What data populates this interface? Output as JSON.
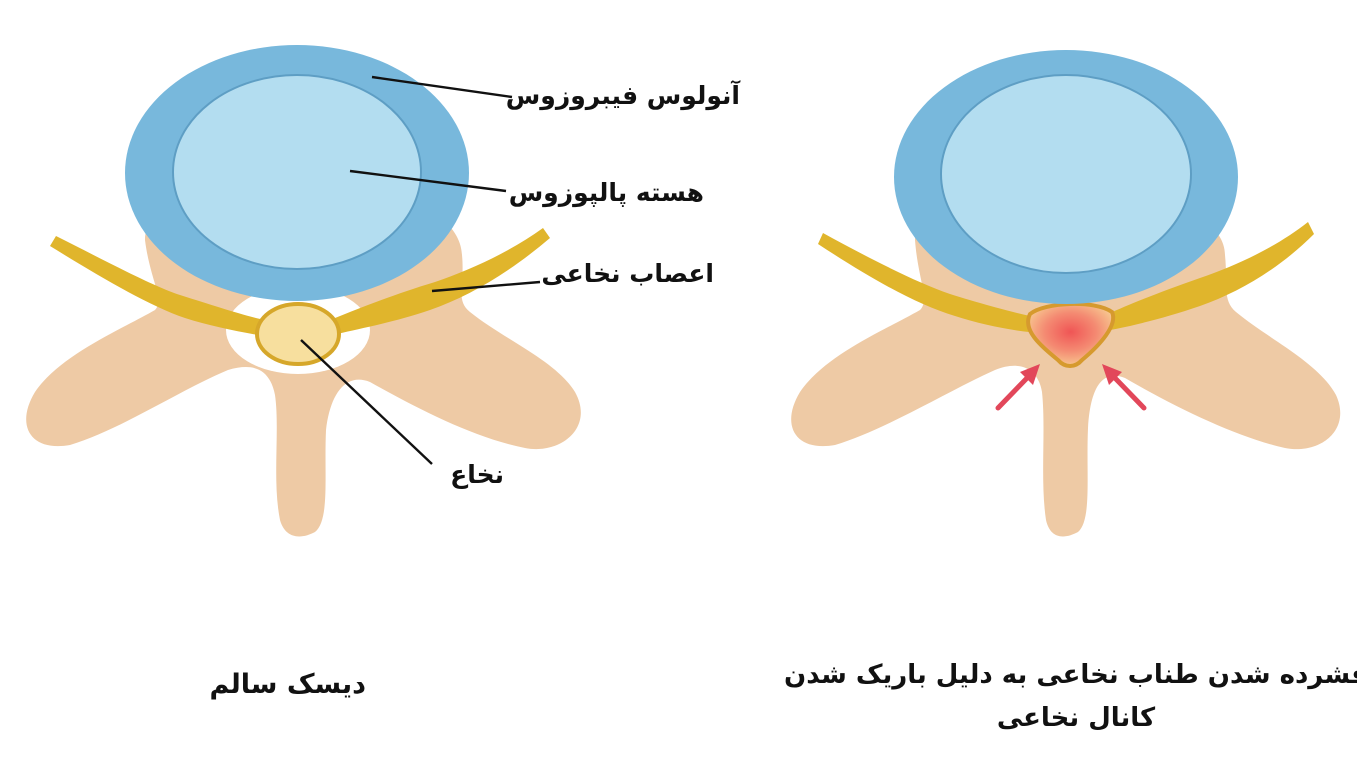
{
  "labels": {
    "annulus": "آنولوس فیبروزوس",
    "nucleus": "هسته پالپوزوس",
    "nerves": "اعصاب نخاعی",
    "cord": "نخاع"
  },
  "captions": {
    "healthy": "دیسک سالم",
    "stenosis_line1": "فشرده شدن طناب نخاعی به دلیل باریک شدن",
    "stenosis_line2": "کانال نخاعی"
  },
  "colors": {
    "bone": "#EECAA5",
    "annulus": "#78B8DC",
    "nucleus": "#B3DDF0",
    "nerve": "#E0B52C",
    "cord_fill": "#F7DF9E",
    "inflamed": "#EE5A5A",
    "arrow": "#E2475A"
  }
}
